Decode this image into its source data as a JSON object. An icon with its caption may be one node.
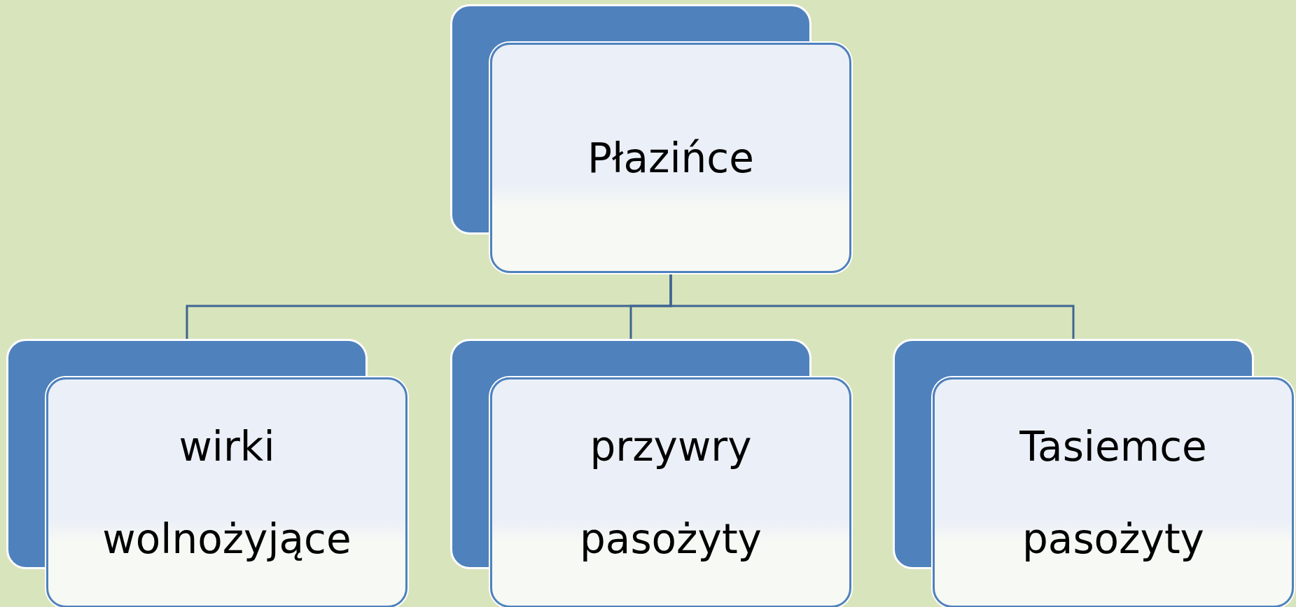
{
  "diagram": {
    "nodes": [
      {
        "text": [
          "Płazińce"
        ]
      },
      {
        "text": [
          "wirki wolnożyjące"
        ]
      },
      {
        "text": [
          "przywry pasożyty"
        ]
      },
      {
        "text": [
          "Tasiemce pasożyty"
        ]
      }
    ],
    "edges": [
      {
        "from": 0,
        "to": 1,
        "arrow": "none"
      },
      {
        "from": 0,
        "to": 2,
        "arrow": "none"
      },
      {
        "from": 0,
        "to": 3,
        "arrow": "none"
      }
    ]
  }
}
